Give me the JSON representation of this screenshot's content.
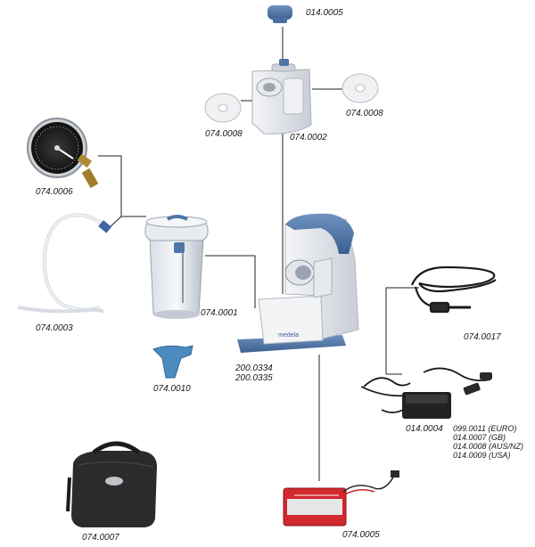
{
  "labels": {
    "knob": "014.0005",
    "lid_unit": "074.0002",
    "disc_left": "074.0008",
    "disc_right": "074.0008",
    "gauge": "074.0006",
    "tubing": "074.0003",
    "canister": "074.0001",
    "filter": "074.0010",
    "pump": [
      "200.0334",
      "200.0335"
    ],
    "car_cable": "074.0017",
    "charger": "014.0004",
    "charger_variants": [
      "099.0011 (EURO)",
      "014.0007 (GB)",
      "014.0008 (AUS/NZ)",
      "014.0009 (USA)"
    ],
    "bag": "074.0007",
    "battery": "074.0005"
  },
  "brand_text": "medela"
}
